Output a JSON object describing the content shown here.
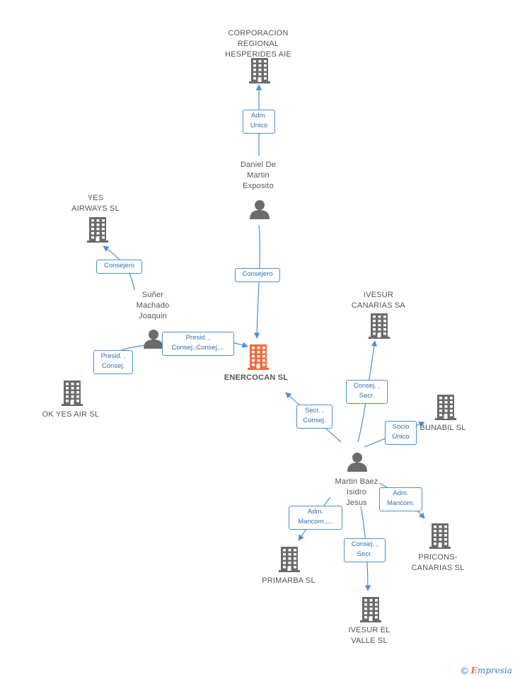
{
  "colors": {
    "edge": "#4a90d9",
    "icon": "#6b6b6b",
    "primary_icon": "#f26b3a"
  },
  "nodes": [
    {
      "id": "corporacion",
      "type": "company",
      "label": "CORPORACION\nREGIONAL\nHESPERIDES AIE"
    },
    {
      "id": "daniel",
      "type": "person",
      "label": "Daniel De\nMartin\nExposito"
    },
    {
      "id": "yes_airways",
      "type": "company",
      "label": "YES\nAIRWAYS SL"
    },
    {
      "id": "suner",
      "type": "person",
      "label": "Suñer\nMachado\nJoaquin"
    },
    {
      "id": "enercocan",
      "type": "company",
      "label": "ENERCOCAN SL",
      "primary": true
    },
    {
      "id": "ok_yes_air",
      "type": "company",
      "label": "OK YES AIR SL"
    },
    {
      "id": "ivesur_canarias",
      "type": "company",
      "label": "IVESUR\nCANARIAS SA"
    },
    {
      "id": "bunabil",
      "type": "company",
      "label": "BUNABIL SL"
    },
    {
      "id": "martin",
      "type": "person",
      "label": "Martin Baez\nIsidro\nJesus"
    },
    {
      "id": "pricons",
      "type": "company",
      "label": "PRICONS-\nCANARIAS SL"
    },
    {
      "id": "primarba",
      "type": "company",
      "label": "PRIMARBA SL"
    },
    {
      "id": "ivesur_valle",
      "type": "company",
      "label": "IVESUR EL\nVALLE SL"
    }
  ],
  "edges": [
    {
      "id": "e1",
      "from": "daniel",
      "to": "corporacion",
      "label": "Adm.\nUnico"
    },
    {
      "id": "e2",
      "from": "daniel",
      "to": "enercocan",
      "label": "Consejero"
    },
    {
      "id": "e3",
      "from": "suner",
      "to": "yes_airways",
      "label": "Consejero"
    },
    {
      "id": "e4",
      "from": "suner",
      "to": "enercocan",
      "label": "Presid. ,\nConsej.,Consej...."
    },
    {
      "id": "e5",
      "from": "suner",
      "to": "ok_yes_air",
      "label": "Presid. ,\nConsej."
    },
    {
      "id": "e6",
      "from": "martin",
      "to": "enercocan",
      "label": "Secr. ,\nConsej."
    },
    {
      "id": "e7",
      "from": "martin",
      "to": "ivesur_canarias",
      "label": "Consej. ,\nSecr."
    },
    {
      "id": "e8",
      "from": "martin",
      "to": "bunabil",
      "label": "Socio\nÚnico"
    },
    {
      "id": "e9",
      "from": "martin",
      "to": "pricons",
      "label": "Adm.\nMancom."
    },
    {
      "id": "e10",
      "from": "martin",
      "to": "primarba",
      "label": "Adm.\nMancom.,..."
    },
    {
      "id": "e11",
      "from": "martin",
      "to": "ivesur_valle",
      "label": "Consej. ,\nSecr."
    }
  ],
  "footer": {
    "copyright": "©",
    "brand_initial": "E",
    "brand_rest": "mpresia"
  }
}
